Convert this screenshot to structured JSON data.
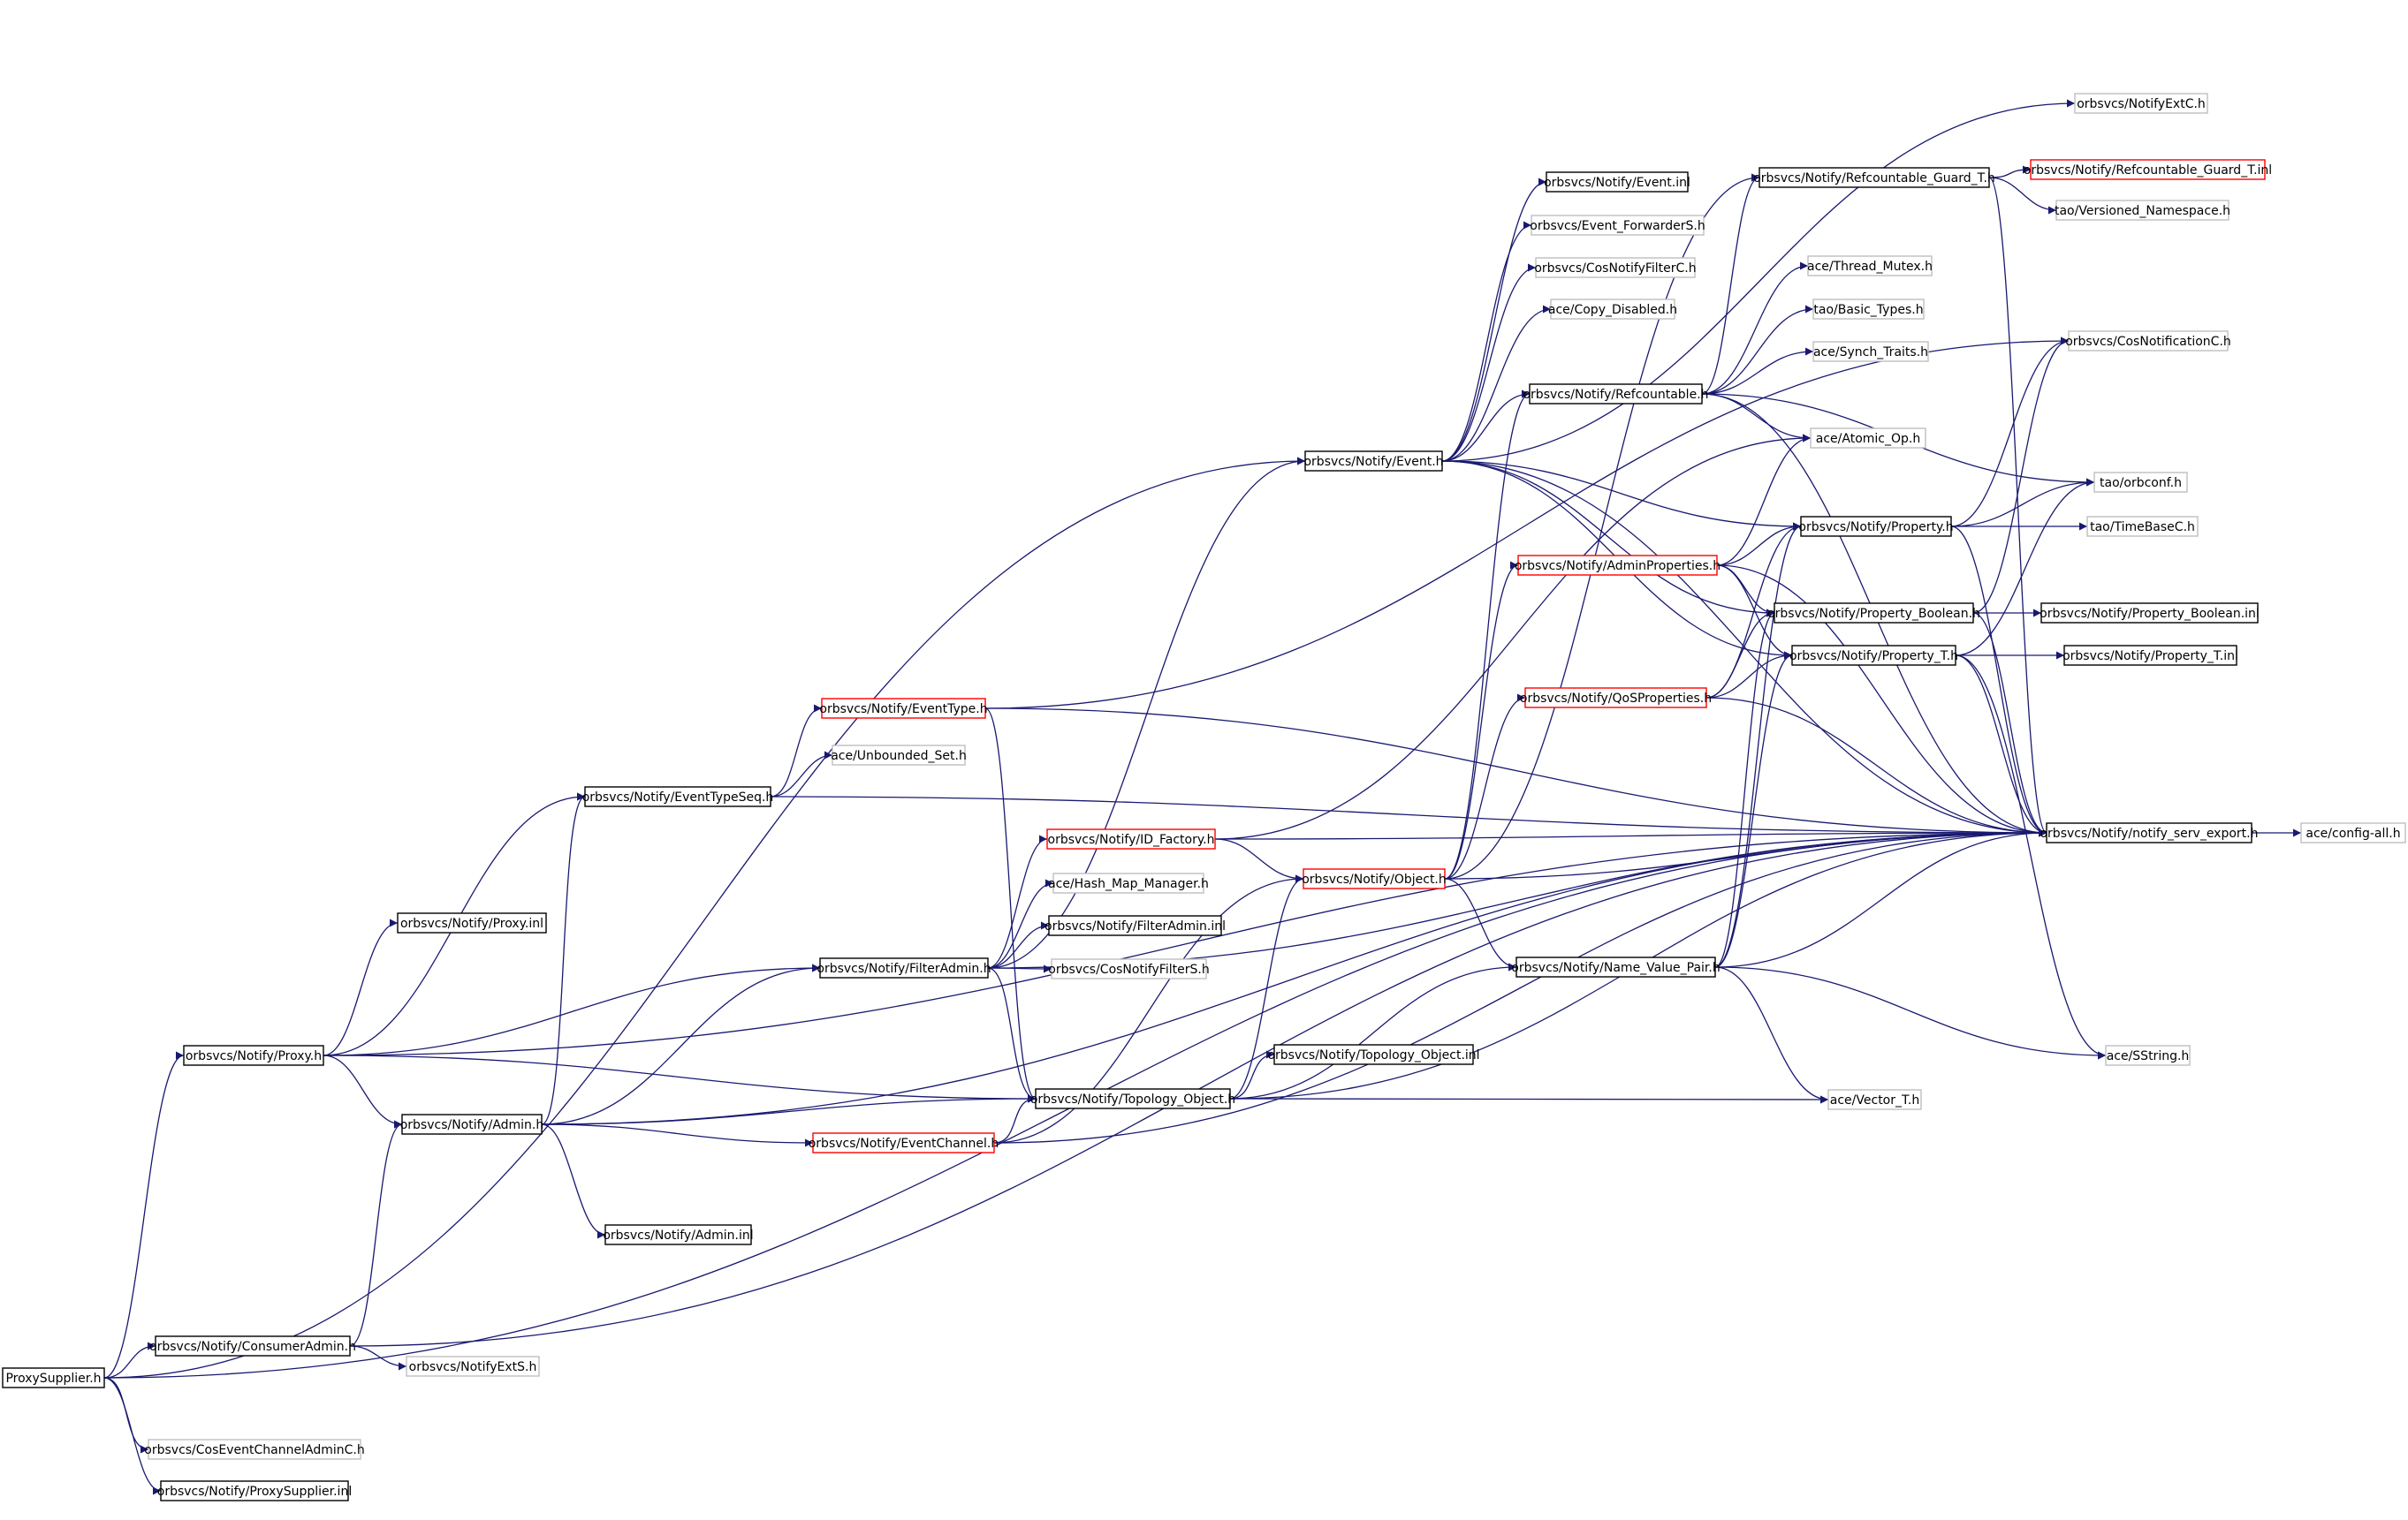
{
  "graph": {
    "edge_color": "#191970",
    "nodes": [
      {
        "id": "proxysupplier_h",
        "label": "ProxySupplier.h",
        "style": "root"
      },
      {
        "id": "consumeradmin_h",
        "label": "orbsvcs/Notify/ConsumerAdmin.h",
        "style": "documented"
      },
      {
        "id": "cosevent_ca_c",
        "label": "orbsvcs/CosEventChannelAdminC.h",
        "style": "external"
      },
      {
        "id": "proxysupplier_inl",
        "label": "orbsvcs/Notify/ProxySupplier.inl",
        "style": "documented"
      },
      {
        "id": "notifyexts_h",
        "label": "orbsvcs/NotifyExtS.h",
        "style": "external"
      },
      {
        "id": "proxy_h",
        "label": "orbsvcs/Notify/Proxy.h",
        "style": "documented"
      },
      {
        "id": "admin_h",
        "label": "orbsvcs/Notify/Admin.h",
        "style": "documented"
      },
      {
        "id": "proxy_inl",
        "label": "orbsvcs/Notify/Proxy.inl",
        "style": "documented"
      },
      {
        "id": "admin_inl",
        "label": "orbsvcs/Notify/Admin.inl",
        "style": "documented"
      },
      {
        "id": "eventtypeseq_h",
        "label": "orbsvcs/Notify/EventTypeSeq.h",
        "style": "documented"
      },
      {
        "id": "eventtype_h",
        "label": "orbsvcs/Notify/EventType.h",
        "style": "truncated"
      },
      {
        "id": "unbounded_set_h",
        "label": "ace/Unbounded_Set.h",
        "style": "external"
      },
      {
        "id": "filteradmin_h",
        "label": "orbsvcs/Notify/FilterAdmin.h",
        "style": "documented"
      },
      {
        "id": "id_factory_h",
        "label": "orbsvcs/Notify/ID_Factory.h",
        "style": "truncated"
      },
      {
        "id": "hash_map_manager_h",
        "label": "ace/Hash_Map_Manager.h",
        "style": "external"
      },
      {
        "id": "filteradmin_inl",
        "label": "orbsvcs/Notify/FilterAdmin.inl",
        "style": "documented"
      },
      {
        "id": "cosnotifyfilters_h",
        "label": "orbsvcs/CosNotifyFilterS.h",
        "style": "external"
      },
      {
        "id": "eventchannel_h",
        "label": "orbsvcs/Notify/EventChannel.h",
        "style": "truncated"
      },
      {
        "id": "topology_object_h",
        "label": "orbsvcs/Notify/Topology_Object.h",
        "style": "documented"
      },
      {
        "id": "event_h",
        "label": "orbsvcs/Notify/Event.h",
        "style": "documented"
      },
      {
        "id": "object_h",
        "label": "orbsvcs/Notify/Object.h",
        "style": "truncated"
      },
      {
        "id": "event_inl",
        "label": "orbsvcs/Notify/Event.inl",
        "style": "documented"
      },
      {
        "id": "event_forwarders_h",
        "label": "orbsvcs/Event_ForwarderS.h",
        "style": "external"
      },
      {
        "id": "cosnotifyfilterc_h",
        "label": "orbsvcs/CosNotifyFilterC.h",
        "style": "external"
      },
      {
        "id": "copy_disabled_h",
        "label": "ace/Copy_Disabled.h",
        "style": "external"
      },
      {
        "id": "refcountable_h",
        "label": "orbsvcs/Notify/Refcountable.h",
        "style": "documented"
      },
      {
        "id": "adminproperties_h",
        "label": "orbsvcs/Notify/AdminProperties.h",
        "style": "truncated"
      },
      {
        "id": "qosproperties_h",
        "label": "orbsvcs/Notify/QoSProperties.h",
        "style": "truncated"
      },
      {
        "id": "name_value_pair_h",
        "label": "orbsvcs/Notify/Name_Value_Pair.h",
        "style": "documented"
      },
      {
        "id": "topology_object_inl",
        "label": "orbsvcs/Notify/Topology_Object.inl",
        "style": "documented"
      },
      {
        "id": "refcountable_guard_t_h",
        "label": "orbsvcs/Notify/Refcountable_Guard_T.h",
        "style": "documented"
      },
      {
        "id": "thread_mutex_h",
        "label": "ace/Thread_Mutex.h",
        "style": "external"
      },
      {
        "id": "basic_types_h",
        "label": "tao/Basic_Types.h",
        "style": "external"
      },
      {
        "id": "synch_traits_h",
        "label": "ace/Synch_Traits.h",
        "style": "external"
      },
      {
        "id": "atomic_op_h",
        "label": "ace/Atomic_Op.h",
        "style": "external"
      },
      {
        "id": "property_h",
        "label": "orbsvcs/Notify/Property.h",
        "style": "documented"
      },
      {
        "id": "property_boolean_h",
        "label": "orbsvcs/Notify/Property_Boolean.h",
        "style": "documented"
      },
      {
        "id": "property_t_h",
        "label": "orbsvcs/Notify/Property_T.h",
        "style": "documented"
      },
      {
        "id": "vector_t_h",
        "label": "ace/Vector_T.h",
        "style": "external"
      },
      {
        "id": "notifyextc_h",
        "label": "orbsvcs/NotifyExtC.h",
        "style": "external"
      },
      {
        "id": "refcountable_guard_t_inl",
        "label": "orbsvcs/Notify/Refcountable_Guard_T.inl",
        "style": "truncated"
      },
      {
        "id": "versioned_namespace_h",
        "label": "tao/Versioned_Namespace.h",
        "style": "external"
      },
      {
        "id": "cosnotificationc_h",
        "label": "orbsvcs/CosNotificationC.h",
        "style": "external"
      },
      {
        "id": "orbconf_h",
        "label": "tao/orbconf.h",
        "style": "external"
      },
      {
        "id": "timebasec_h",
        "label": "tao/TimeBaseC.h",
        "style": "external"
      },
      {
        "id": "property_boolean_inl",
        "label": "orbsvcs/Notify/Property_Boolean.inl",
        "style": "documented"
      },
      {
        "id": "property_t_inl",
        "label": "orbsvcs/Notify/Property_T.inl",
        "style": "documented"
      },
      {
        "id": "notify_serv_export_h",
        "label": "orbsvcs/Notify/notify_serv_export.h",
        "style": "documented"
      },
      {
        "id": "sstring_h",
        "label": "ace/SString.h",
        "style": "external"
      },
      {
        "id": "config_all_h",
        "label": "ace/config-all.h",
        "style": "external"
      }
    ],
    "edges": [
      [
        "proxysupplier_h",
        "consumeradmin_h"
      ],
      [
        "proxysupplier_h",
        "proxy_h"
      ],
      [
        "proxysupplier_h",
        "event_h"
      ],
      [
        "proxysupplier_h",
        "cosevent_ca_c"
      ],
      [
        "proxysupplier_h",
        "proxysupplier_inl"
      ],
      [
        "proxysupplier_h",
        "notify_serv_export_h"
      ],
      [
        "consumeradmin_h",
        "admin_h"
      ],
      [
        "consumeradmin_h",
        "notifyexts_h"
      ],
      [
        "consumeradmin_h",
        "notify_serv_export_h"
      ],
      [
        "proxy_h",
        "proxy_inl"
      ],
      [
        "proxy_h",
        "eventtypeseq_h"
      ],
      [
        "proxy_h",
        "filteradmin_h"
      ],
      [
        "proxy_h",
        "admin_h"
      ],
      [
        "proxy_h",
        "topology_object_h"
      ],
      [
        "proxy_h",
        "notify_serv_export_h"
      ],
      [
        "admin_h",
        "eventtypeseq_h"
      ],
      [
        "admin_h",
        "filteradmin_h"
      ],
      [
        "admin_h",
        "topology_object_h"
      ],
      [
        "admin_h",
        "eventchannel_h"
      ],
      [
        "admin_h",
        "admin_inl"
      ],
      [
        "admin_h",
        "notify_serv_export_h"
      ],
      [
        "eventtypeseq_h",
        "eventtype_h"
      ],
      [
        "eventtypeseq_h",
        "unbounded_set_h"
      ],
      [
        "eventtypeseq_h",
        "notify_serv_export_h"
      ],
      [
        "eventtype_h",
        "cosnotificationc_h"
      ],
      [
        "eventtype_h",
        "topology_object_h"
      ],
      [
        "eventtype_h",
        "notify_serv_export_h"
      ],
      [
        "filteradmin_h",
        "id_factory_h"
      ],
      [
        "filteradmin_h",
        "hash_map_manager_h"
      ],
      [
        "filteradmin_h",
        "filteradmin_inl"
      ],
      [
        "filteradmin_h",
        "cosnotifyfilters_h"
      ],
      [
        "filteradmin_h",
        "event_h"
      ],
      [
        "filteradmin_h",
        "topology_object_h"
      ],
      [
        "filteradmin_h",
        "notify_serv_export_h"
      ],
      [
        "id_factory_h",
        "object_h"
      ],
      [
        "id_factory_h",
        "atomic_op_h"
      ],
      [
        "id_factory_h",
        "notify_serv_export_h"
      ],
      [
        "eventchannel_h",
        "topology_object_h"
      ],
      [
        "eventchannel_h",
        "object_h"
      ],
      [
        "eventchannel_h",
        "notify_serv_export_h"
      ],
      [
        "topology_object_h",
        "object_h"
      ],
      [
        "topology_object_h",
        "name_value_pair_h"
      ],
      [
        "topology_object_h",
        "topology_object_inl"
      ],
      [
        "topology_object_h",
        "vector_t_h"
      ],
      [
        "topology_object_h",
        "notify_serv_export_h"
      ],
      [
        "event_h",
        "event_inl"
      ],
      [
        "event_h",
        "event_forwarders_h"
      ],
      [
        "event_h",
        "cosnotifyfilterc_h"
      ],
      [
        "event_h",
        "copy_disabled_h"
      ],
      [
        "event_h",
        "refcountable_h"
      ],
      [
        "event_h",
        "property_h"
      ],
      [
        "event_h",
        "property_boolean_h"
      ],
      [
        "event_h",
        "property_t_h"
      ],
      [
        "event_h",
        "notifyextc_h"
      ],
      [
        "event_h",
        "notify_serv_export_h"
      ],
      [
        "object_h",
        "refcountable_h"
      ],
      [
        "object_h",
        "adminproperties_h"
      ],
      [
        "object_h",
        "qosproperties_h"
      ],
      [
        "object_h",
        "name_value_pair_h"
      ],
      [
        "object_h",
        "refcountable_guard_t_h"
      ],
      [
        "object_h",
        "notify_serv_export_h"
      ],
      [
        "refcountable_h",
        "refcountable_guard_t_h"
      ],
      [
        "refcountable_h",
        "thread_mutex_h"
      ],
      [
        "refcountable_h",
        "basic_types_h"
      ],
      [
        "refcountable_h",
        "synch_traits_h"
      ],
      [
        "refcountable_h",
        "atomic_op_h"
      ],
      [
        "refcountable_h",
        "orbconf_h"
      ],
      [
        "refcountable_h",
        "notify_serv_export_h"
      ],
      [
        "adminproperties_h",
        "property_h"
      ],
      [
        "adminproperties_h",
        "property_boolean_h"
      ],
      [
        "adminproperties_h",
        "property_t_h"
      ],
      [
        "adminproperties_h",
        "atomic_op_h"
      ],
      [
        "adminproperties_h",
        "notify_serv_export_h"
      ],
      [
        "qosproperties_h",
        "property_h"
      ],
      [
        "qosproperties_h",
        "property_boolean_h"
      ],
      [
        "qosproperties_h",
        "property_t_h"
      ],
      [
        "qosproperties_h",
        "notify_serv_export_h"
      ],
      [
        "name_value_pair_h",
        "property_h"
      ],
      [
        "name_value_pair_h",
        "property_boolean_h"
      ],
      [
        "name_value_pair_h",
        "property_t_h"
      ],
      [
        "name_value_pair_h",
        "vector_t_h"
      ],
      [
        "name_value_pair_h",
        "sstring_h"
      ],
      [
        "name_value_pair_h",
        "notify_serv_export_h"
      ],
      [
        "refcountable_guard_t_h",
        "refcountable_guard_t_inl"
      ],
      [
        "refcountable_guard_t_h",
        "versioned_namespace_h"
      ],
      [
        "refcountable_guard_t_h",
        "notify_serv_export_h"
      ],
      [
        "property_h",
        "orbconf_h"
      ],
      [
        "property_h",
        "timebasec_h"
      ],
      [
        "property_h",
        "cosnotificationc_h"
      ],
      [
        "property_h",
        "notify_serv_export_h"
      ],
      [
        "property_boolean_h",
        "property_boolean_inl"
      ],
      [
        "property_boolean_h",
        "cosnotificationc_h"
      ],
      [
        "property_boolean_h",
        "notify_serv_export_h"
      ],
      [
        "property_t_h",
        "property_t_inl"
      ],
      [
        "property_t_h",
        "orbconf_h"
      ],
      [
        "property_t_h",
        "sstring_h"
      ],
      [
        "property_t_h",
        "notify_serv_export_h"
      ],
      [
        "notify_serv_export_h",
        "config_all_h"
      ]
    ]
  }
}
